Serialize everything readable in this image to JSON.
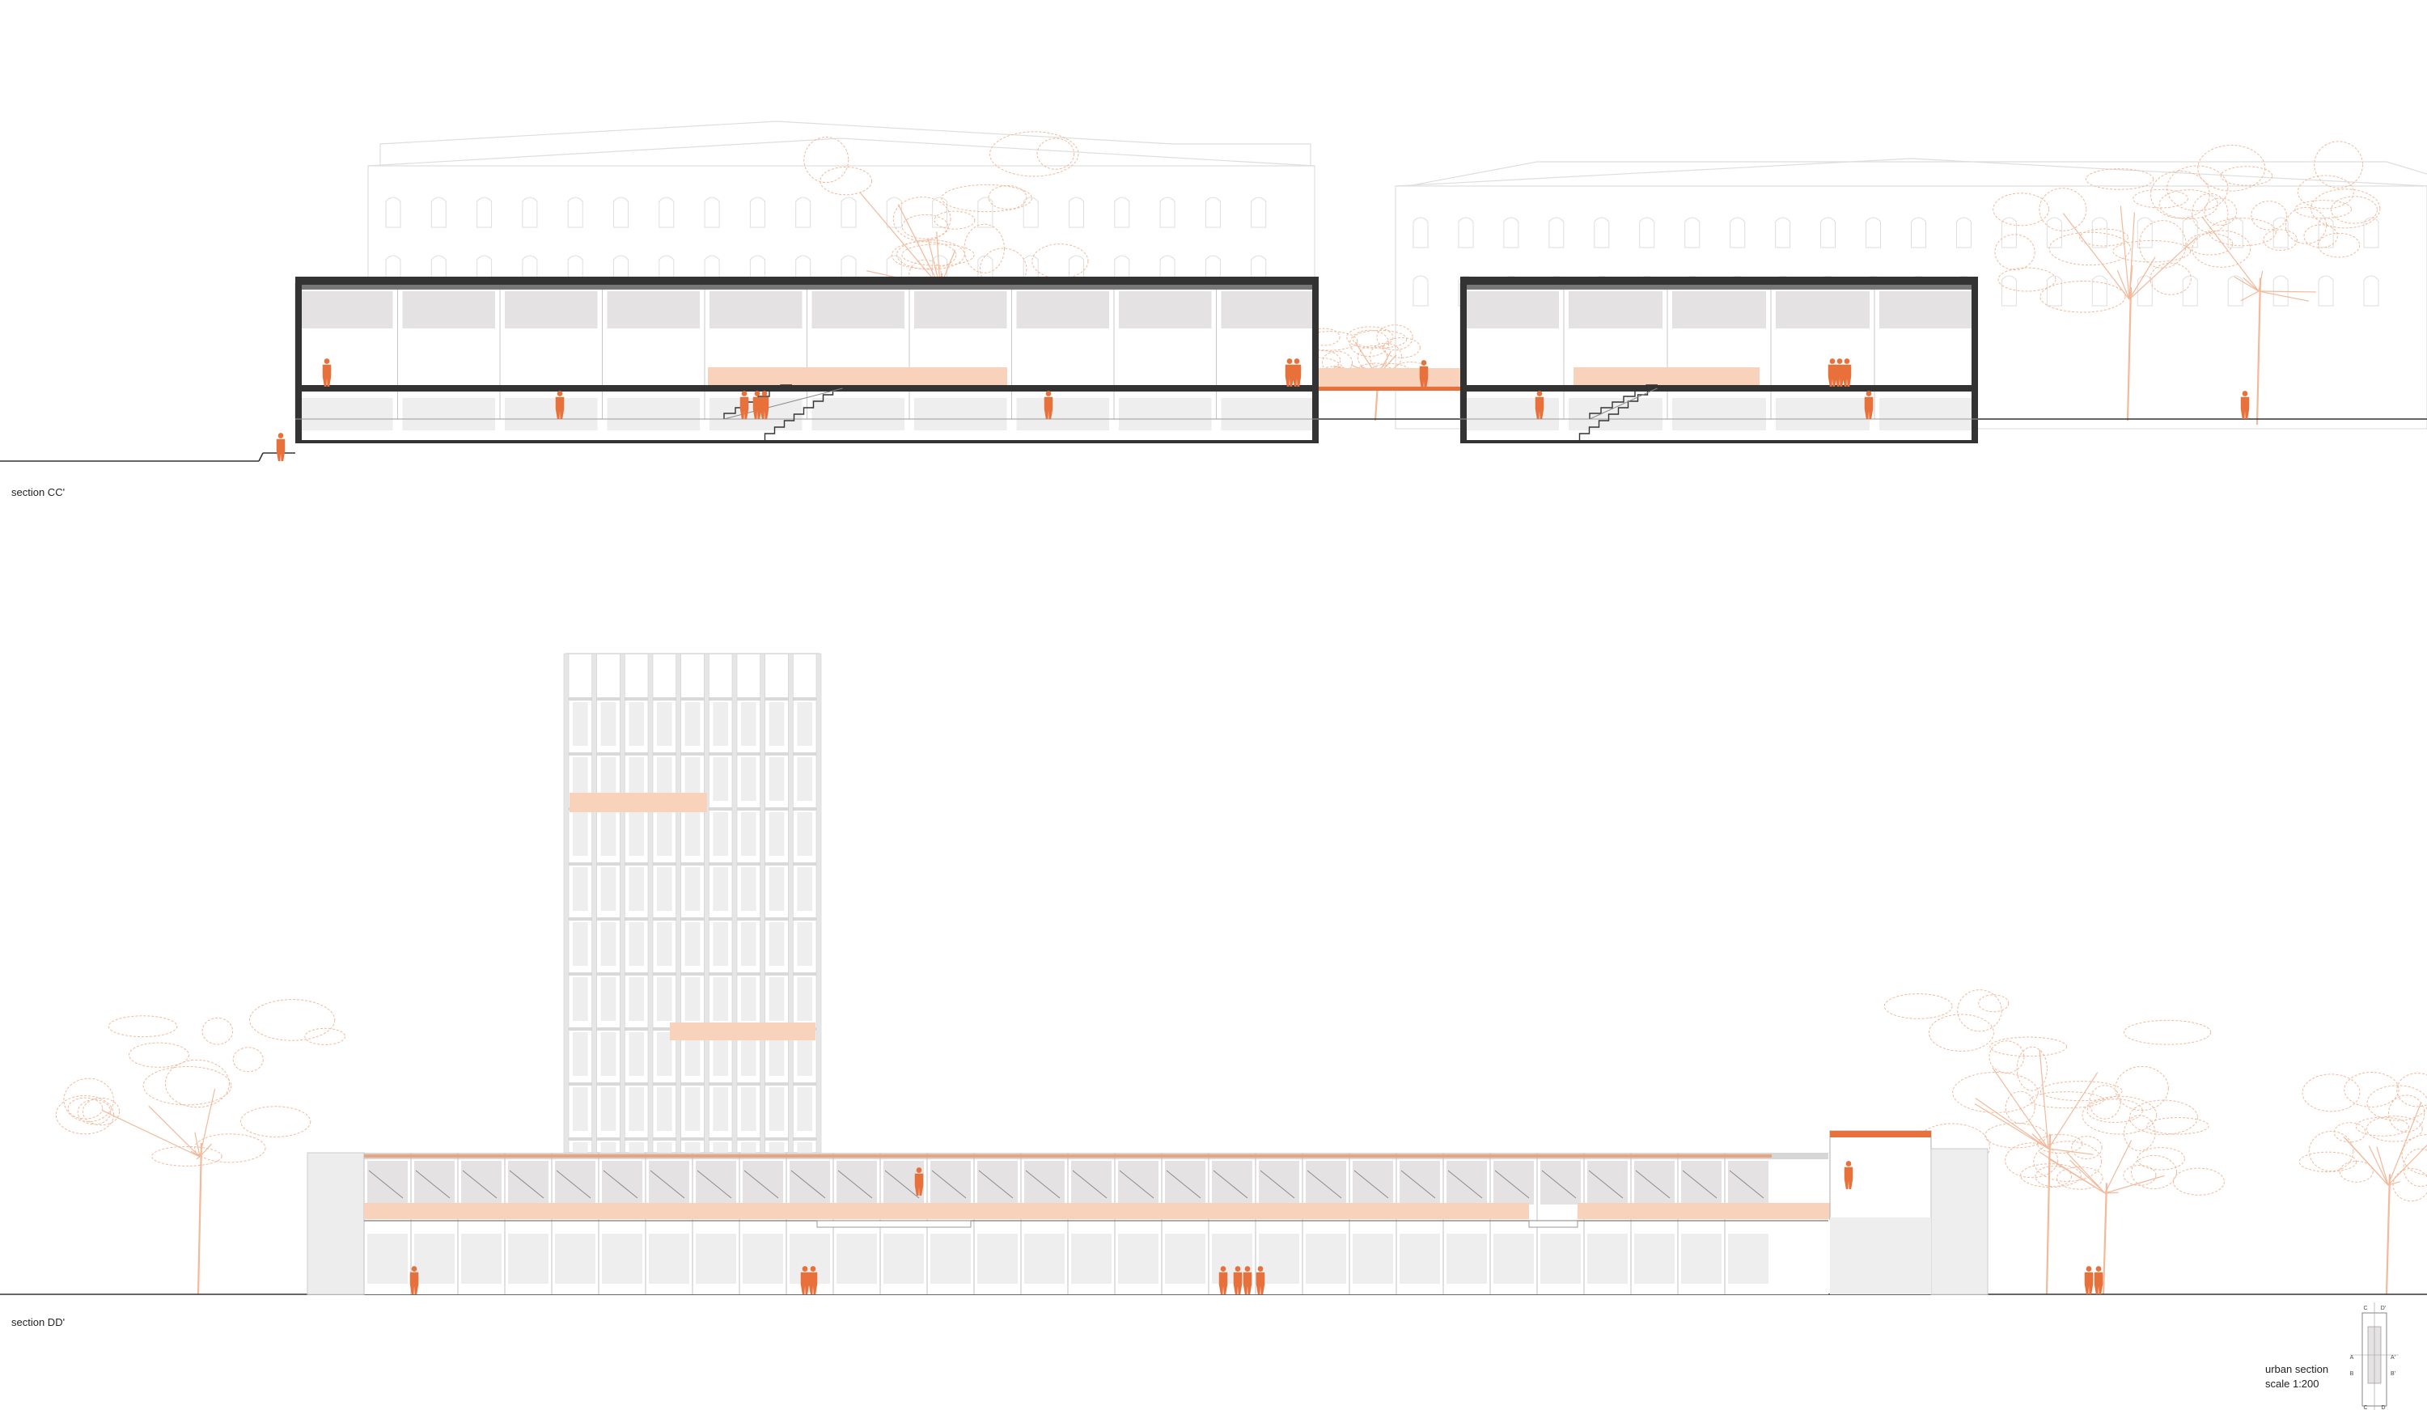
{
  "sections": [
    {
      "id": "cc",
      "label": "section CC'"
    },
    {
      "id": "dd",
      "label": "section DD'"
    }
  ],
  "legend": {
    "title": "urban section",
    "scale": "scale 1:200",
    "key_letters": [
      "C",
      "D'",
      "A",
      "A'",
      "B",
      "B'",
      "C",
      "D"
    ]
  },
  "colors": {
    "accent": "#e8703a",
    "accent_fill": "#f9d2bc",
    "tree": "#f2b99b",
    "context": "#dedede",
    "wall": "#333333",
    "shade": "#e4e2e2",
    "shade_light": "#efeeee"
  }
}
